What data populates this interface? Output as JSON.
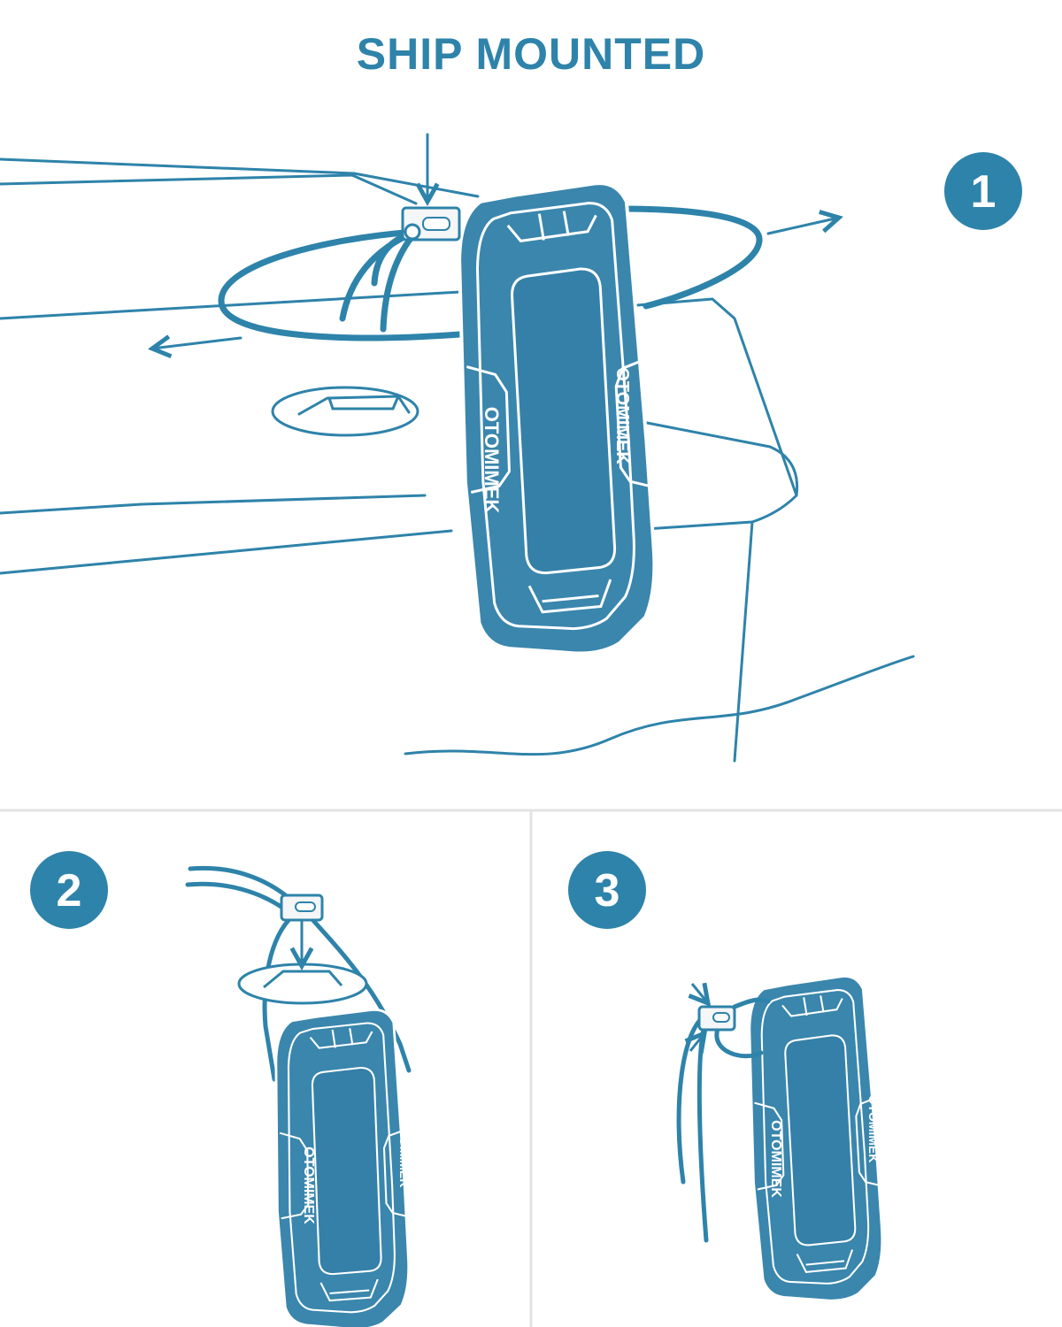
{
  "title": "SHIP MOUNTED",
  "brand_text": "OTOMIMEK",
  "steps": [
    {
      "number": "1"
    },
    {
      "number": "2"
    },
    {
      "number": "3"
    }
  ],
  "colors": {
    "accent": "#2e83aa",
    "fender_fill": "#3a86ad",
    "fender_dark": "#2b6f93",
    "divider": "#e3e3e3",
    "background": "#ffffff"
  }
}
